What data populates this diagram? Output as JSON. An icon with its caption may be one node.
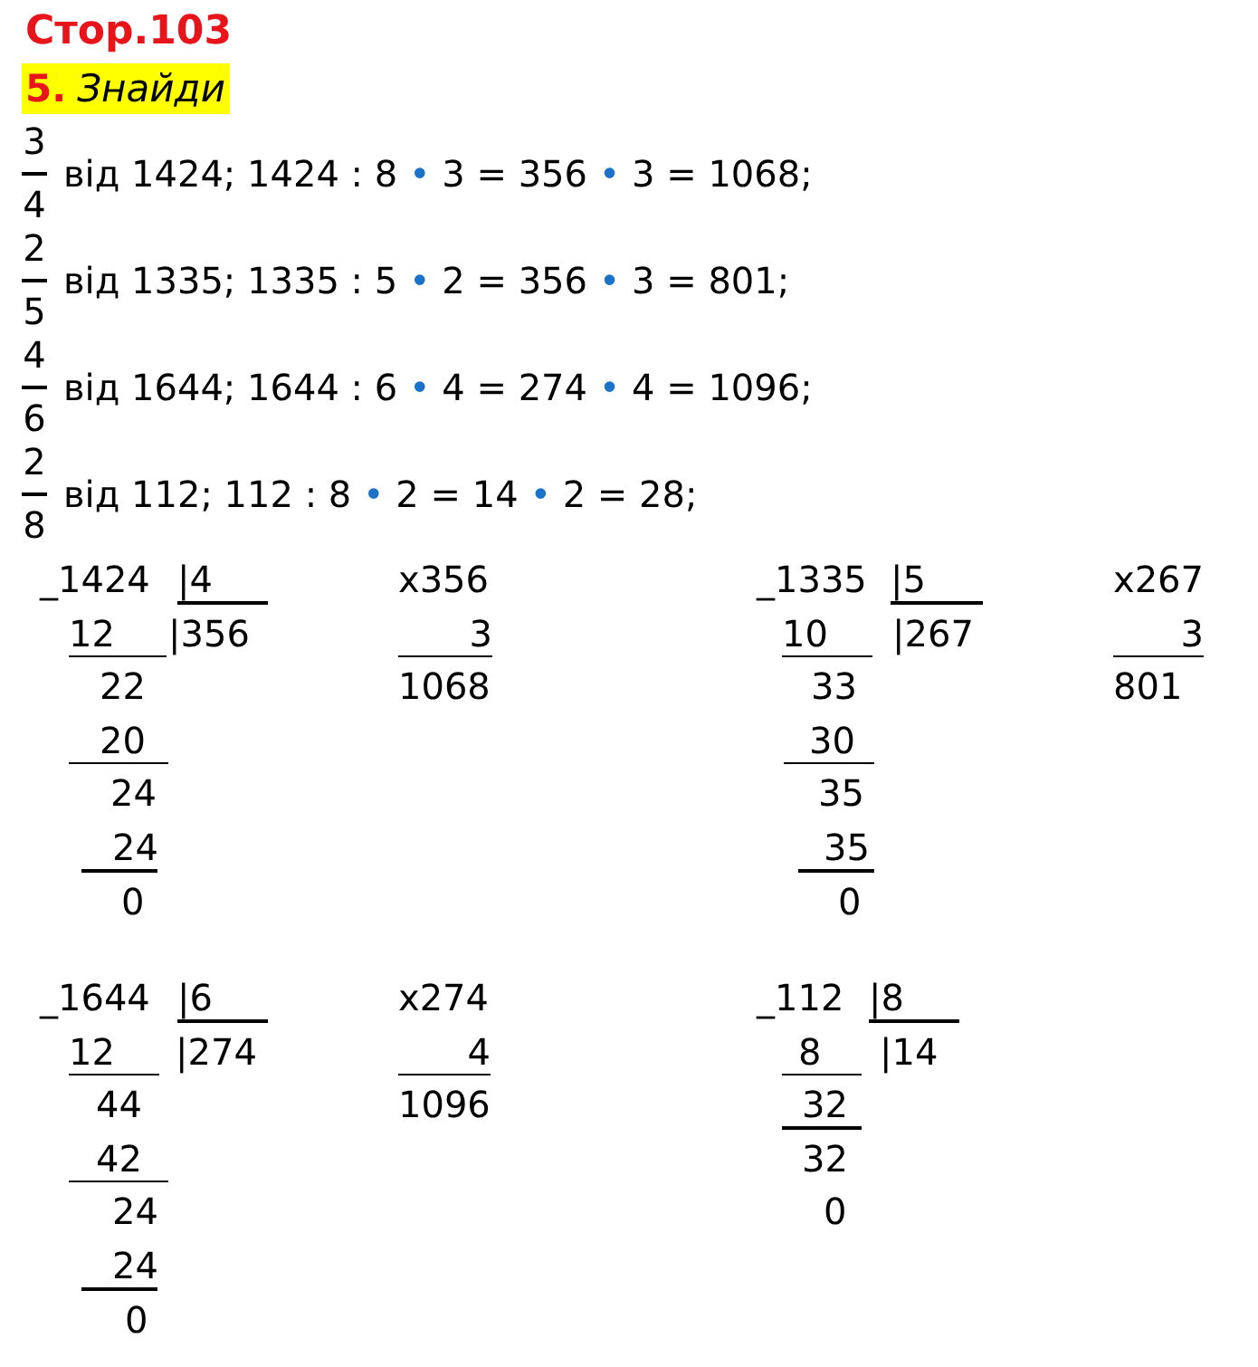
{
  "diagram": {
    "title": "Стор.103",
    "labels": [
      "5.",
      "Знайди",
      "3",
      "4",
      "від 1424; 1424 : 8 • 3 = 356 • 3 = 1068;",
      "2",
      "5",
      "від 1335; 1335 : 5 • 2 = 356 • 3 = 801;",
      "4",
      "6",
      "від 1644; 1644 : 6 • 4 = 274 • 4 = 1096;",
      "2",
      "8",
      "від 112; 112 : 8 • 2 = 14 • 2 = 28;",
      "_1424",
      "|4",
      "12",
      "|356",
      "22",
      "20",
      "24",
      "24",
      "0",
      "x356",
      "3",
      "1068",
      "_1335",
      "|5",
      "10",
      "|267",
      "33",
      "30",
      "35",
      "35",
      "0",
      "x267",
      "3",
      "801",
      "_1644",
      "|6",
      "12",
      "|274",
      "44",
      "42",
      "24",
      "24",
      "0",
      "x274",
      "4",
      "1096",
      "_112",
      "|8",
      "8",
      "|14",
      "32",
      "32",
      "0"
    ]
  }
}
